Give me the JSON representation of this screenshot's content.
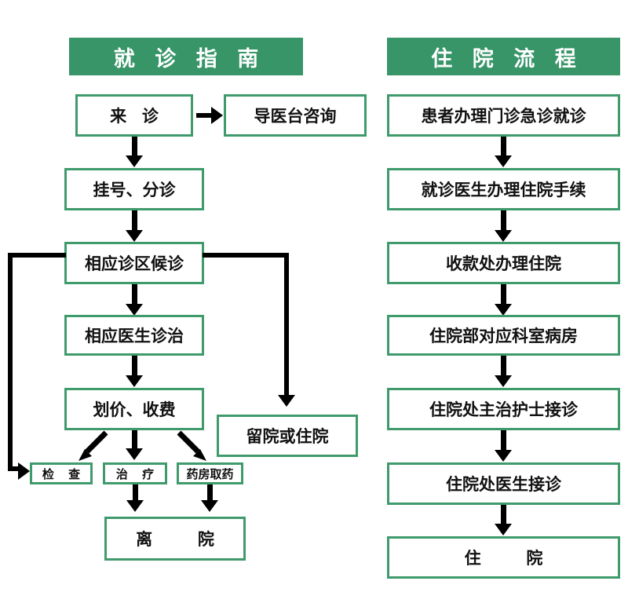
{
  "page": {
    "title_left": "就 诊 指 南",
    "title_right": "住 院 流 程",
    "accent_green": "#379568",
    "border_green": "#3f9a6c",
    "line_black": "#000000",
    "background": "#ffffff"
  },
  "chart_data": {
    "type": "diagram",
    "title": "医院就诊指南与住院流程图",
    "columns": [
      {
        "header": "就 诊 指 南",
        "nodes": [
          "来  诊",
          "导医台咨询",
          "挂号、分诊",
          "相应诊区候诊",
          "相应医生诊治",
          "划价、收费",
          "留院或住院",
          "检 查",
          "治 疗",
          "药房取药",
          "离      院"
        ],
        "edges": [
          [
            "来  诊",
            "导医台咨询"
          ],
          [
            "来  诊",
            "挂号、分诊"
          ],
          [
            "挂号、分诊",
            "相应诊区候诊"
          ],
          [
            "相应诊区候诊",
            "相应医生诊治"
          ],
          [
            "相应诊区候诊",
            "留院或住院"
          ],
          [
            "相应诊区候诊",
            "检 查"
          ],
          [
            "相应医生诊治",
            "划价、收费"
          ],
          [
            "划价、收费",
            "检 查"
          ],
          [
            "划价、收费",
            "治 疗"
          ],
          [
            "划价、收费",
            "药房取药"
          ],
          [
            "治 疗",
            "离      院"
          ],
          [
            "药房取药",
            "离      院"
          ]
        ]
      },
      {
        "header": "住 院 流 程",
        "nodes": [
          "患者办理门诊急诊就诊",
          "就诊医生办理住院手续",
          "收款处办理住院",
          "住院部对应科室病房",
          "住院处主治护士接诊",
          "住院处医生接诊",
          "住    院"
        ],
        "edges": [
          [
            "患者办理门诊急诊就诊",
            "就诊医生办理住院手续"
          ],
          [
            "就诊医生办理住院手续",
            "收款处办理住院"
          ],
          [
            "收款处办理住院",
            "住院部对应科室病房"
          ],
          [
            "住院部对应科室病房",
            "住院处主治护士接诊"
          ],
          [
            "住院处主治护士接诊",
            "住院处医生接诊"
          ],
          [
            "住院处医生接诊",
            "住    院"
          ]
        ]
      }
    ]
  },
  "left": {
    "n_lai_zhen": "来  诊",
    "n_daoyi": "导医台咨询",
    "n_guahao": "挂号、分诊",
    "n_houzhen": "相应诊区候诊",
    "n_yisheng": "相应医生诊治",
    "n_huajia": "划价、收费",
    "n_liuyuan": "留院或住院",
    "n_jiancha": "检 查",
    "n_zhiliao": "治 疗",
    "n_yaofang": "药房取药",
    "n_liyuan": "离      院"
  },
  "right": {
    "n_huanzhe": "患者办理门诊急诊就诊",
    "n_jiuzhen": "就诊医生办理住院手续",
    "n_shoukuan": "收款处办理住院",
    "n_bingfang": "住院部对应科室病房",
    "n_hushi": "住院处主治护士接诊",
    "n_yisheng": "住院处医生接诊",
    "n_zhuyuan": "住    院"
  },
  "icons": {
    "arrow_down": "arrow-down-icon",
    "arrow_right": "arrow-right-icon",
    "arrow_diagonal_left": "arrow-diagonal-left-icon",
    "arrow_diagonal_right": "arrow-diagonal-right-icon"
  }
}
